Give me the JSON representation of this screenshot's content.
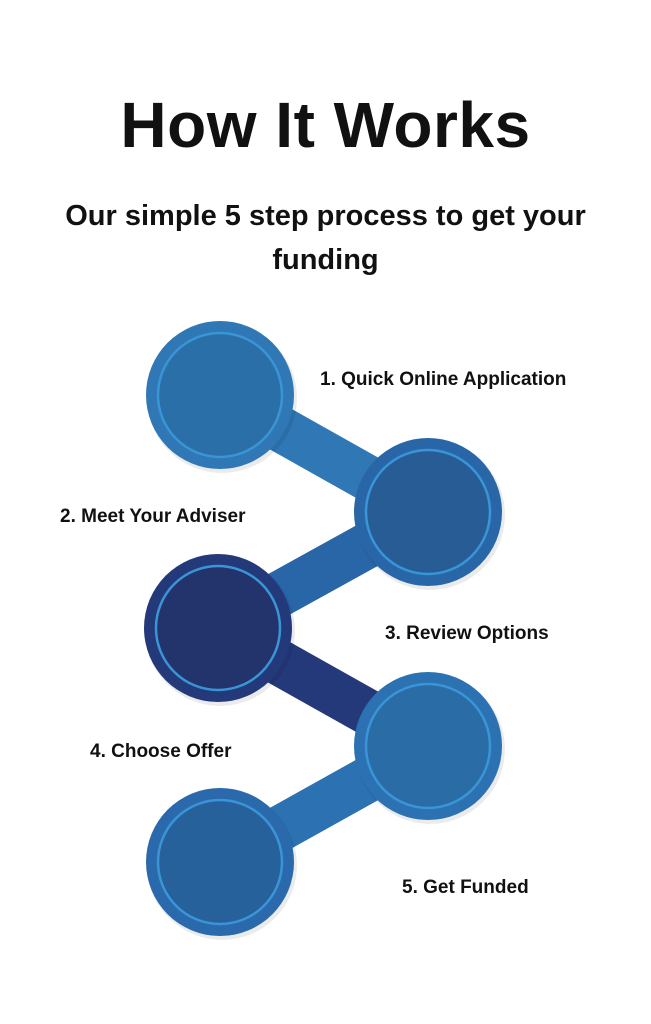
{
  "title": "How It Works",
  "subtitle": "Our simple 5 step process to get your funding",
  "steps": [
    {
      "label": "1. Quick Online Application",
      "outer": "#2f77b5",
      "inner": "#2a6fa8"
    },
    {
      "label": "2. Meet Your Adviser",
      "outer": "#2866a8",
      "inner": "#275d94"
    },
    {
      "label": "3. Review Options",
      "outer": "#24397a",
      "inner": "#23336b"
    },
    {
      "label": "4. Choose Offer",
      "outer": "#2c72b2",
      "inner": "#2a6ca6"
    },
    {
      "label": "5. Get Funded",
      "outer": "#2a69ab",
      "inner": "#27619c"
    }
  ],
  "ring_color": "#3a95d6"
}
